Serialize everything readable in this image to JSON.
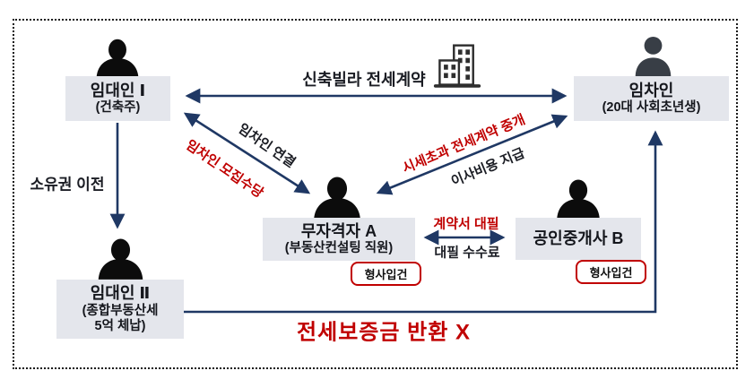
{
  "diagram": {
    "description": "전세 사기 구조도 (jeonse fraud scheme diagram)",
    "colors": {
      "arrow_navy": "#1f3864",
      "alert_red": "#c00000",
      "box_bg": "#e4e6ec",
      "badge_border": "#c00000",
      "frame_border": "#1a1a1a"
    },
    "nodes": {
      "landlord1": {
        "title": "임대인 Ⅰ",
        "subtitle": "(건축주)"
      },
      "tenant": {
        "title": "임차인",
        "subtitle": "(20대 사회초년생)"
      },
      "landlord2": {
        "title": "임대인 Ⅱ",
        "subtitle_line1": "(종합부동산세",
        "subtitle_line2": "5억 체납)"
      },
      "unlicensed_agent": {
        "title": "무자격자 A",
        "subtitle": "(부동산컨설팅 직원)",
        "badge": "형사입건"
      },
      "licensed_broker": {
        "title": "공인중개사 B",
        "badge": "형사입건"
      }
    },
    "labels": {
      "new_villa_contract": "신축빌라 전세계약",
      "tenant_connect": "임차인 연결",
      "tenant_recruit_fee": "임차인 모집수당",
      "over_market_brokerage": "시세초과 전세계약 중개",
      "moving_cost_payment": "이사비용 지급",
      "ownership_transfer": "소유권 이전",
      "contract_ghostwriting": "계약서 대필",
      "ghostwriting_fee": "대필 수수료",
      "deposit_no_return": "전세보증금 반환 X"
    },
    "icons": {
      "landlord1": "person-bust-icon",
      "tenant": "person-gray-icon",
      "landlord2": "person-bust-icon",
      "unlicensed_agent": "person-bust-icon",
      "licensed_broker": "person-bust-icon",
      "building": "building-icon"
    }
  }
}
